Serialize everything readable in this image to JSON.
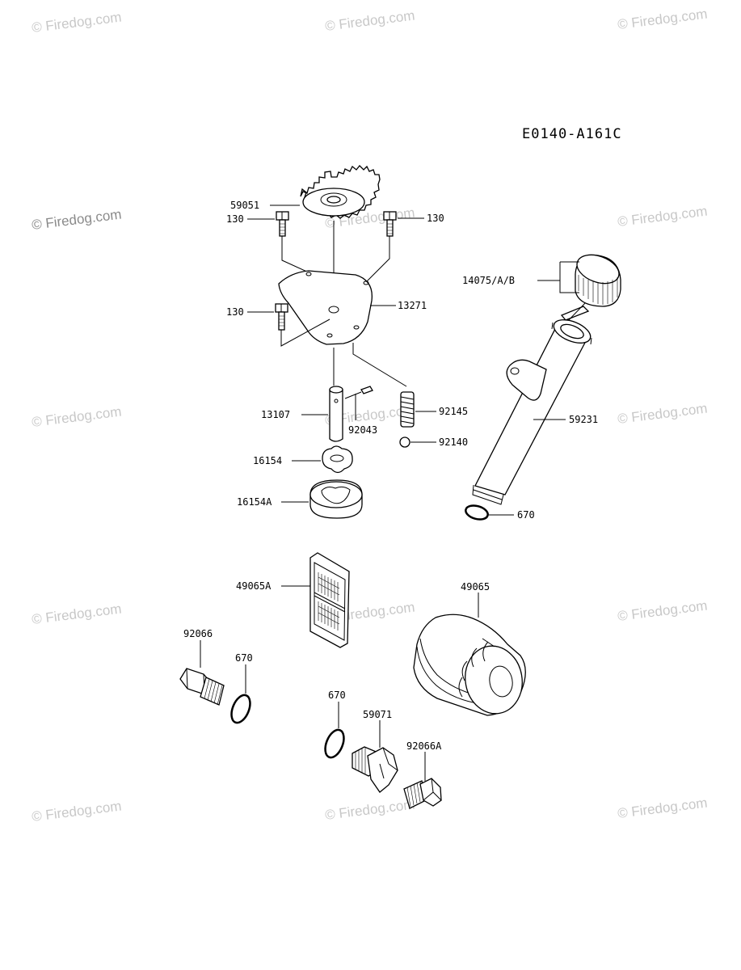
{
  "diagram_code": "E0140-A161C",
  "watermark": "© Firedog.com",
  "callouts": {
    "gear": "59051",
    "bolt_left_top": "130",
    "bolt_right_top": "130",
    "bolt_left_mid": "130",
    "cover_plate": "13271",
    "dipstick_cap": "14075/A/B",
    "shaft": "13107",
    "pin": "92043",
    "spring": "92145",
    "ball": "92140",
    "filler_tube": "59231",
    "inner_rotor": "16154",
    "outer_rotor": "16154A",
    "oring_tube": "670",
    "screen": "49065A",
    "oil_filter": "49065",
    "drain_plug_left": "92066",
    "oring_left": "670",
    "oring_center": "670",
    "fitting": "59071",
    "drain_plug_right": "92066A"
  }
}
